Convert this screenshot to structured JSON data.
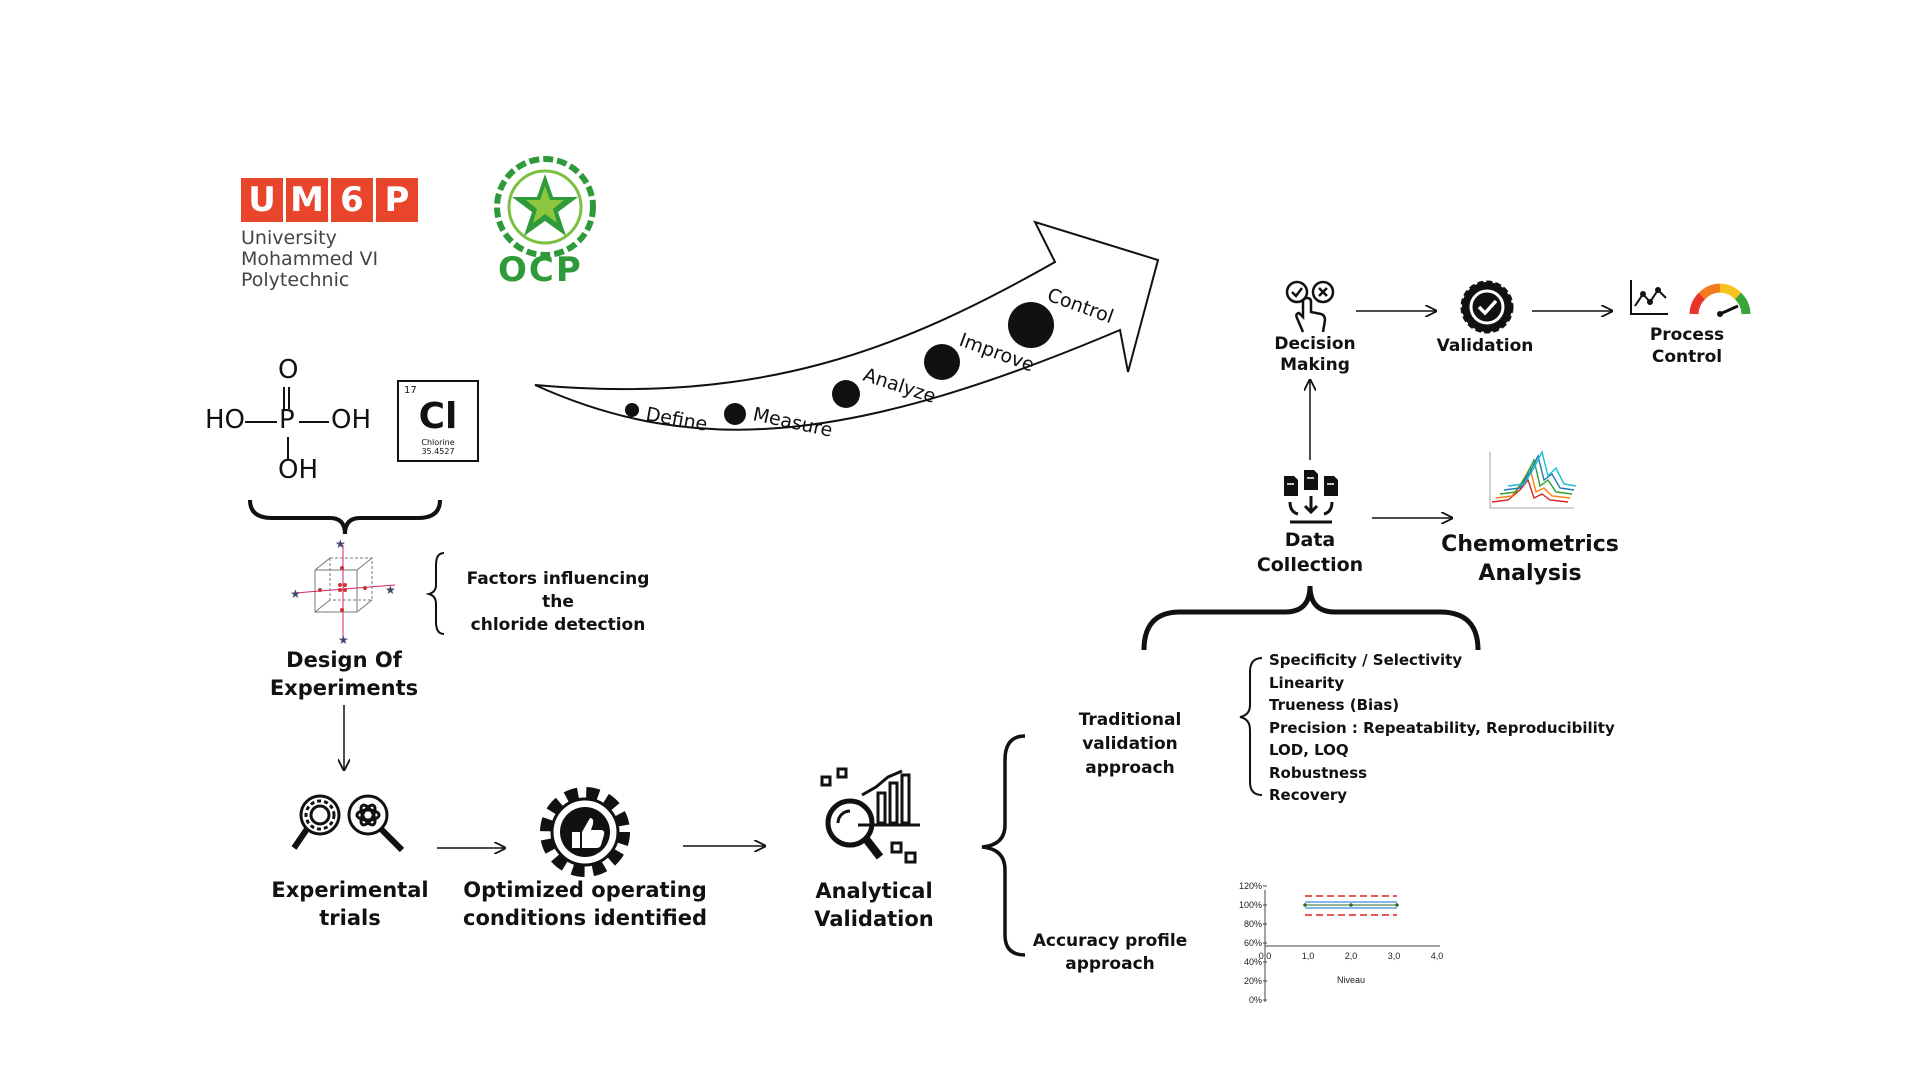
{
  "logos": {
    "um6p": {
      "letters": [
        "U",
        "M",
        "6",
        "P"
      ],
      "line1": "University",
      "line2": "Mohammed VI",
      "line3": "Polytechnic",
      "color": "#e8452c"
    },
    "ocp": {
      "text": "OCP",
      "color": "#2e9a3a"
    }
  },
  "molecule": {
    "top": "O",
    "left": "HO",
    "center": "P",
    "right": "OH",
    "bottom": "OH"
  },
  "element": {
    "number": "17",
    "symbol": "Cl",
    "name": "Chlorine",
    "mass": "35.4527"
  },
  "dmaic": [
    "Define",
    "Measure",
    "Analyze",
    "Improve",
    "Control"
  ],
  "factors": {
    "line1": "Factors influencing the",
    "line2": "chloride detection"
  },
  "doe": {
    "line1": "Design Of",
    "line2": "Experiments"
  },
  "trials": {
    "line1": "Experimental",
    "line2": "trials"
  },
  "optimized": {
    "line1": "Optimized operating",
    "line2": "conditions identified"
  },
  "analytical": {
    "line1": "Analytical",
    "line2": "Validation"
  },
  "traditional": {
    "line1": "Traditional validation",
    "line2": "approach"
  },
  "accuracy": {
    "line1": "Accuracy profile",
    "line2": "approach"
  },
  "criteria": [
    "Specificity / Selectivity",
    "Linearity",
    "Trueness (Bias)",
    "Precision : Repeatability,  Reproducibility",
    "LOD, LOQ",
    "Robustness",
    "Recovery"
  ],
  "data_collection": {
    "line1": "Data",
    "line2": "Collection"
  },
  "chemometrics": {
    "line1": "Chemometrics",
    "line2": "Analysis"
  },
  "decision": {
    "line1": "Decision",
    "line2": "Making"
  },
  "validation": "Validation",
  "process_control": {
    "line1": "Process",
    "line2": "Control"
  },
  "accuracy_chart": {
    "y_ticks": [
      "120%",
      "100%",
      "80%",
      "60%",
      "40%",
      "20%",
      "0%"
    ],
    "x_ticks": [
      "0,0",
      "1,0",
      "2,0",
      "3,0",
      "4,0"
    ],
    "xlabel": "Niveau"
  },
  "colors": {
    "arrow_fill": "#ffffff",
    "stroke": "#111111",
    "tolerance": "#e02020",
    "profile": "#3a8fd8"
  }
}
